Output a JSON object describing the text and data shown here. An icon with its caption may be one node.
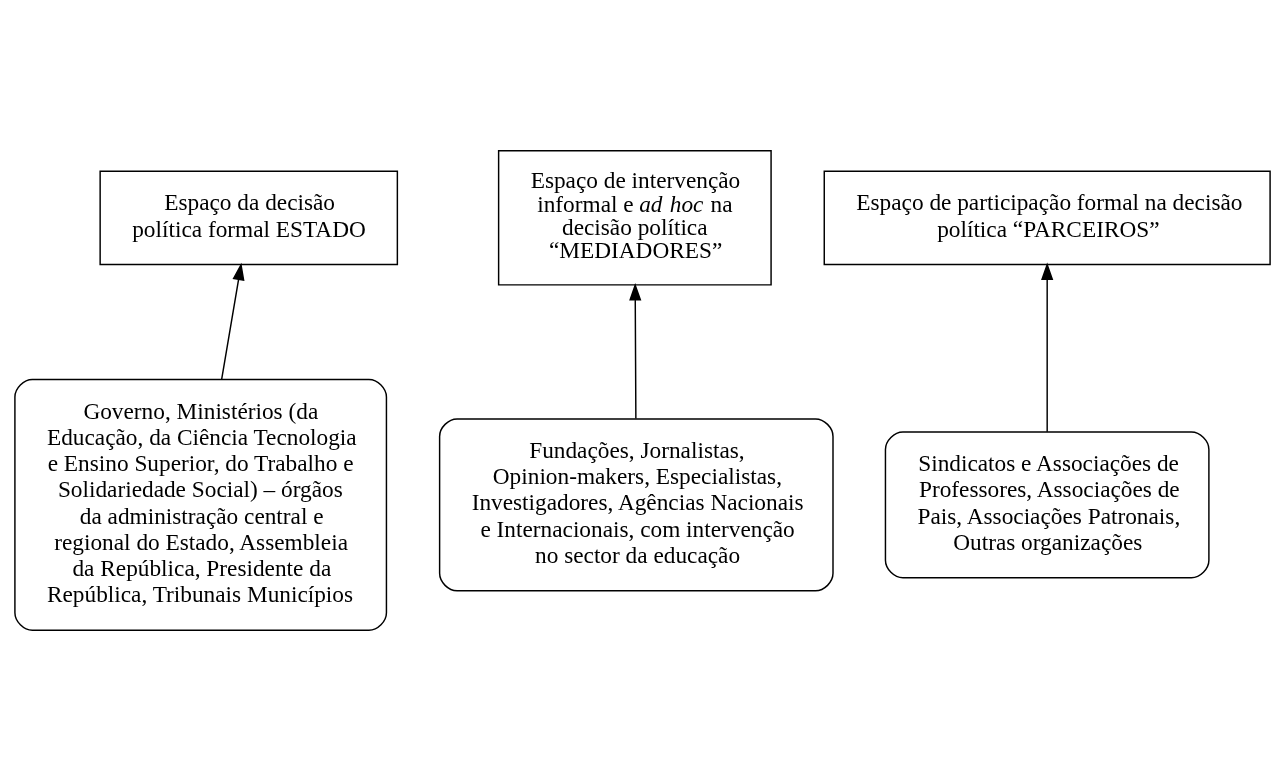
{
  "diagram": {
    "nodes": [
      {
        "text": [
          "Espaço da decisão política formal ESTADO"
        ]
      },
      {
        "text": [
          "Espaço de participação formal na decisão política “PARCEIROS”"
        ]
      },
      {
        "text": [
          "Espaço de intervenção informal e *ad hoc* na decisão política “MEDIADORES”"
        ]
      },
      {
        "text": [
          "Governo, Ministérios (da Educação, da Ciência Tecnologia e Ensino Superior, do Trabalho e Solidariedade Social) – órgãos da administração central e regional do Estado, Assembleia da República, Presidente da República, Tribunais Municípios"
        ]
      },
      {
        "text": [
          "Fundações, Jornalistas, Opinion-makers, Especialistas, Investigadores, Agências Nacionais e Internacionais, com intervenção no sector da educação"
        ]
      },
      {
        "text": [
          "Sindicatos e Associações de Professores, Associações de Pais, Associações Patronais, Outras organizações"
        ]
      }
    ],
    "edges": [
      {
        "from": 3,
        "to": 0,
        "arrow": "to"
      },
      {
        "from": 4,
        "to": 2,
        "arrow": "to"
      },
      {
        "from": 5,
        "to": 1,
        "arrow": "to"
      }
    ]
  }
}
